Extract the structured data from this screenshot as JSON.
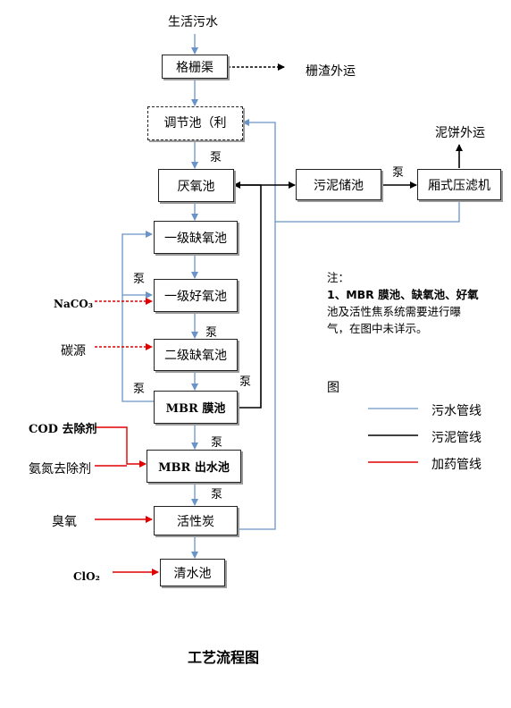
{
  "diagram": {
    "caption": "工艺流程图",
    "units": {
      "grille": "格栅渠",
      "equalization": "调节池（利",
      "anaerobic": "厌氧池",
      "anoxic1": "一级缺氧池",
      "aerobic1": "一级好氧池",
      "anoxic2": "二级缺氧池",
      "mbr": "MBR 膜池",
      "mbr_out": "MBR 出水池",
      "activated_carbon": "活性炭",
      "clear_water": "清水池",
      "sludge_tank": "污泥储池",
      "filter_press": "厢式压滤机"
    },
    "labels": {
      "inflow": "生活污水",
      "screenings": "栅渣外运",
      "cake": "泥饼外运",
      "pump": "泵",
      "naco3": "NaCO₃",
      "carbon_source": "碳源",
      "cod_remover": "COD 去除剂",
      "ammonia_remover": "氨氮去除剂",
      "ozone": "臭氧",
      "clo2": "ClO₂"
    },
    "note": {
      "title": "注：",
      "line1": "1、MBR 膜池、缺氧池、好氧",
      "line2": "池及活性焦系统需要进行曝",
      "line3": "气，在图中未详示。"
    },
    "legend": {
      "title": "图",
      "items": [
        {
          "label": "污水管线",
          "color": "#6a93c8"
        },
        {
          "label": "污泥管线",
          "color": "#000000"
        },
        {
          "label": "加药管线",
          "color": "#e00000"
        }
      ]
    },
    "colors": {
      "sewage": "#6a93c8",
      "sludge": "#000000",
      "dosing": "#e00000"
    }
  }
}
